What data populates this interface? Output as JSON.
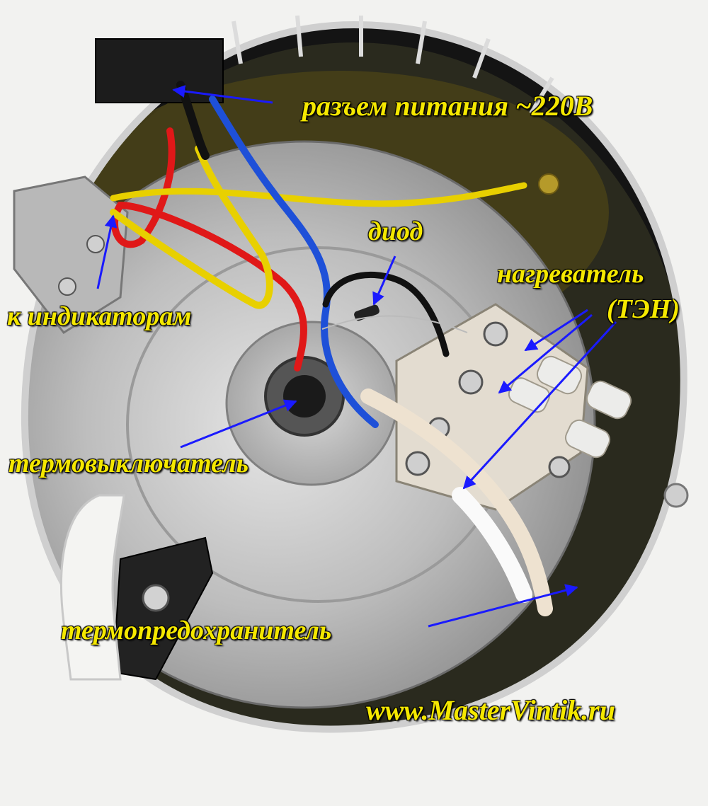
{
  "labels": {
    "power_connector": "разъем питания ~220В",
    "diode": "диод",
    "heater": "нагреватель",
    "heater_paren": "(ТЭН)",
    "to_indicators": "к индикаторам",
    "thermal_switch": "термовыключатель",
    "thermal_fuse": "термопредохранитель",
    "website": "www.MasterVintik.ru"
  },
  "colors": {
    "label_text": "#f5e800",
    "arrow": "#1a1aff",
    "wire_red": "#e01818",
    "wire_yellow": "#e8d000",
    "wire_blue": "#1e50d8",
    "wire_black": "#111111",
    "housing_white": "#f2f2f0"
  }
}
